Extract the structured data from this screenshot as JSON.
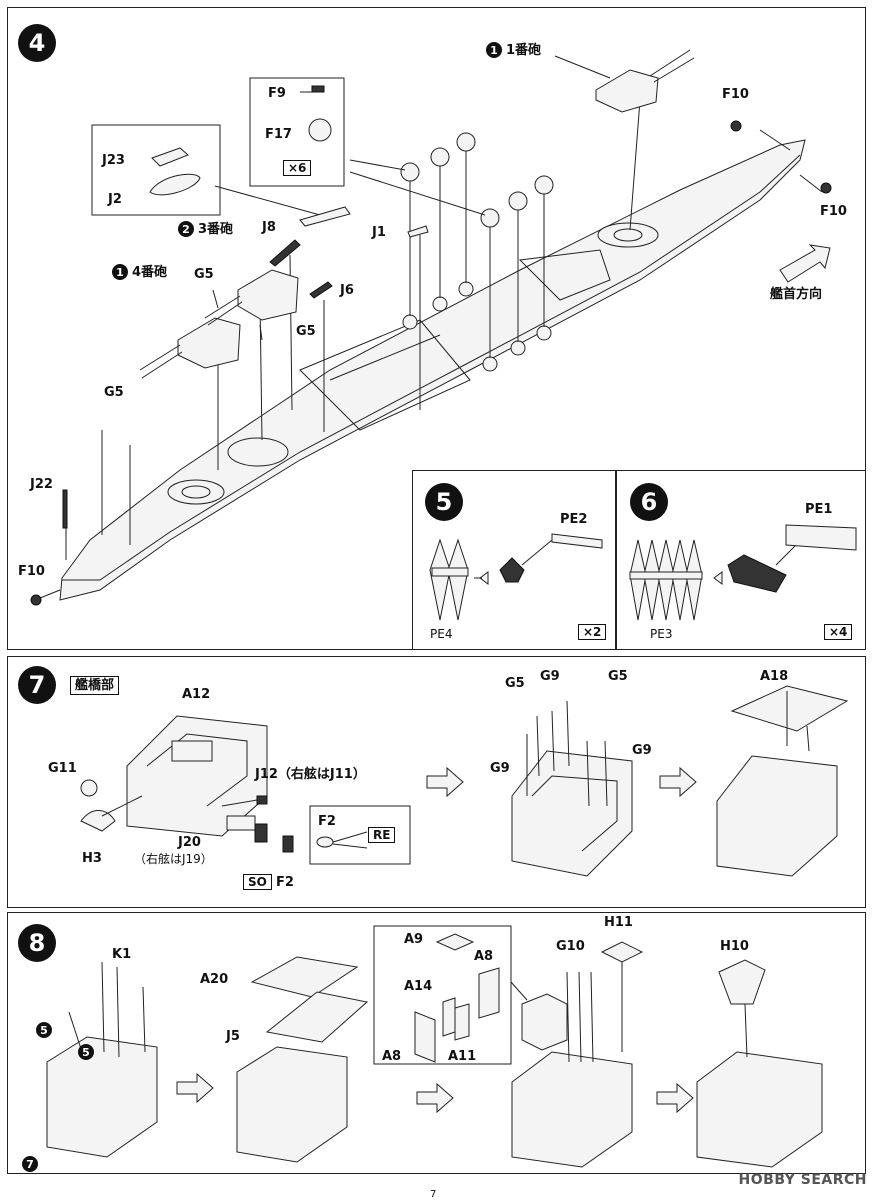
{
  "step4": {
    "number": "4",
    "turret1_num": "1",
    "turret1_label": "1番砲",
    "turret3_num": "2",
    "turret3_label": "3番砲",
    "turret4_num": "1",
    "turret4_label": "4番砲",
    "parts": {
      "F9": "F9",
      "F17": "F17",
      "x6": "×6",
      "J23": "J23",
      "J2": "J2",
      "J8": "J8",
      "G5a": "G5",
      "J1": "J1",
      "J6": "J6",
      "G5b": "G5",
      "G5c": "G5",
      "J22": "J22",
      "F10a": "F10",
      "F10b": "F10",
      "F10c": "F10"
    },
    "bow_direction": "艦首方向"
  },
  "step5": {
    "number": "5",
    "pe2": "PE2",
    "pe4": "PE4",
    "mult": "×2"
  },
  "step6": {
    "number": "6",
    "pe1": "PE1",
    "pe3": "PE3",
    "mult": "×4"
  },
  "step7": {
    "number": "7",
    "header": "艦橋部",
    "parts": {
      "A12": "A12",
      "G11": "G11",
      "H3": "H3",
      "J12": "J12（右舷はJ11）",
      "J20": "J20",
      "J20_note": "（右舷はJ19）",
      "F2a": "F2",
      "F2b": "F2",
      "RE": "RE",
      "SO": "SO",
      "G5a": "G5",
      "G9a": "G9",
      "G5b": "G5",
      "G9b": "G9",
      "G9c": "G9",
      "A18": "A18"
    }
  },
  "step8": {
    "number": "8",
    "ref5a": "5",
    "ref5b": "5",
    "ref7": "7",
    "parts": {
      "K1": "K1",
      "A20": "A20",
      "J5": "J5",
      "A9": "A9",
      "A8a": "A8",
      "A14": "A14",
      "A8b": "A8",
      "A11": "A11",
      "G10": "G10",
      "H11": "H11",
      "H10": "H10"
    }
  },
  "watermark": "HOBBY SEARCH",
  "page_number": "7"
}
